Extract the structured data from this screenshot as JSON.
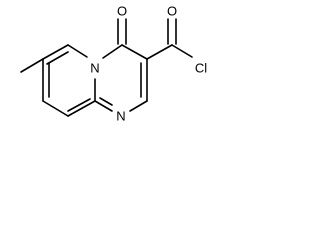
{
  "structure": {
    "atom_labels": {
      "carbonyl_oxygen": "O",
      "acyl_oxygen": "O",
      "chlorine": "Cl",
      "bridgehead_nitrogen": "N",
      "ring_nitrogen": "N"
    }
  }
}
